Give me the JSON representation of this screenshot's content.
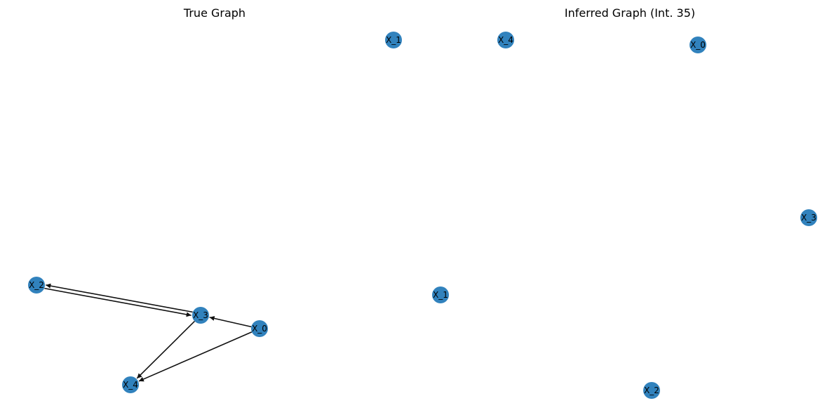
{
  "colors": {
    "node_fill": "#3182bd",
    "edge": "#111111",
    "background": "#ffffff",
    "text": "#000000"
  },
  "panels": [
    {
      "id": "true-graph",
      "title": "True Graph",
      "nodes": [
        {
          "id": "X_1",
          "label": "X_1"
        },
        {
          "id": "X_2",
          "label": "X_2"
        },
        {
          "id": "X_3",
          "label": "X_3"
        },
        {
          "id": "X_0",
          "label": "X_0"
        },
        {
          "id": "X_4",
          "label": "X_4"
        }
      ],
      "edges": [
        {
          "from": "X_3",
          "to": "X_2"
        },
        {
          "from": "X_2",
          "to": "X_3"
        },
        {
          "from": "X_0",
          "to": "X_3"
        },
        {
          "from": "X_3",
          "to": "X_4"
        },
        {
          "from": "X_0",
          "to": "X_4"
        }
      ]
    },
    {
      "id": "inferred-graph",
      "title": "Inferred Graph (Int. 35)",
      "nodes": [
        {
          "id": "X_4",
          "label": "X_4"
        },
        {
          "id": "X_0",
          "label": "X_0"
        },
        {
          "id": "X_3",
          "label": "X_3"
        },
        {
          "id": "X_1",
          "label": "X_1"
        },
        {
          "id": "X_2",
          "label": "X_2"
        }
      ],
      "edges": []
    }
  ]
}
